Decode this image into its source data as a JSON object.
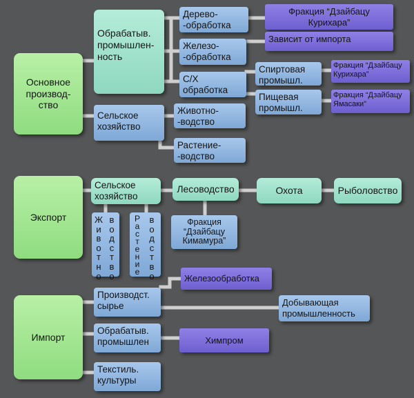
{
  "sections": {
    "main": "Основное\nпроизвод-\nство",
    "export": "Экспорт",
    "import": "Импорт"
  },
  "main": {
    "processing": "Обрабатыв.\nпромышлен-\nность",
    "woodworking": "Дерево-\n-обработка",
    "ironworking": "Железо-\n-обработка",
    "agri_processing": "С/Х\nобработка",
    "alcohol": "Спиртовая\nпромышл.",
    "food": "Пищевая\nпромышл.",
    "faction_kurihara_1": "Фракция “Дзайбацу\nКурихара”",
    "import_dependent": "Зависит от импорта",
    "faction_kurihara_2": "Фракция “Дзайбацу\nКурихара”",
    "faction_yamasaki": "Фракция “Дзайбацу\nЯмасаки”",
    "agriculture": "Сельское\nхозяйство",
    "livestock": "Животно-\n-водство",
    "crops": "Растение-\n-водство"
  },
  "export": {
    "agriculture": "Сельское\nхозяйство",
    "forestry": "Лесоводство",
    "hunting": "Охота",
    "fishing": "Рыболовство",
    "faction_kimamura": "Фракция\n“Дзайбацу\nКимамура”",
    "livestock_col1": "Ж\nи\nв\nо\nт\nн\nо",
    "livestock_col2": "в\nо\nд\nс\nт\nв\nо",
    "crops_col1": "Р\nа\nс\nт\nе\nн\nи\nе",
    "crops_col2": "в\nо\nд\nс\nт\nв\nо"
  },
  "import": {
    "raw_materials": "Производст.\nсырье",
    "ironworking": "Железообработка",
    "mining": "Добывающая\nпромышленность",
    "processing": "Обрабатыв.\nпромышлен",
    "chemical": "Химпром",
    "textile": "Текстиль.\nкультуры"
  },
  "colors": {
    "background": "#555657",
    "green": "#a6e894",
    "teal": "#a2e2cc",
    "blue": "#94b8e2",
    "purple": "#7f70dc",
    "connector": "#cfcfcf"
  }
}
